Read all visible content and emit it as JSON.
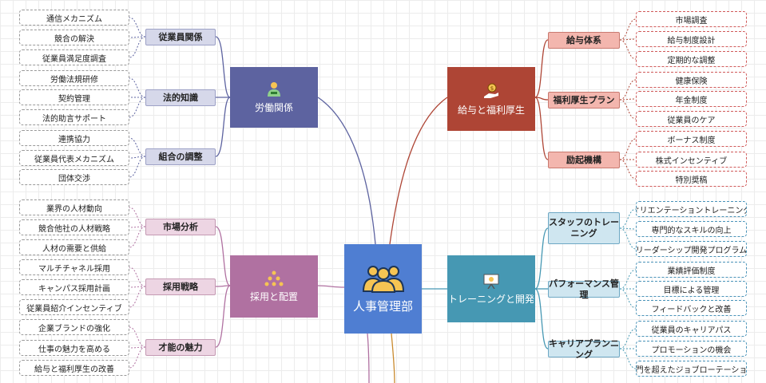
{
  "colors": {
    "central": "#4f7ed2",
    "labor": "#5d63a0",
    "compensation": "#ae4535",
    "recruit": "#b071a1",
    "training": "#4698b3"
  },
  "central": {
    "label": "人事管理部",
    "icon": "team-people-icon"
  },
  "labor": {
    "label": "労働関係",
    "icon": "handshake-people-icon",
    "groups": [
      {
        "label": "従業員関係",
        "items": [
          "通信メカニズム",
          "競合の解決",
          "従業員満足度調査"
        ]
      },
      {
        "label": "法的知識",
        "items": [
          "労働法規研修",
          "契約管理",
          "法的助言サポート"
        ]
      },
      {
        "label": "組合の調整",
        "items": [
          "連携協力",
          "従業員代表メカニズム",
          "団体交渉"
        ]
      }
    ]
  },
  "compensation": {
    "label": "給与と福利厚生",
    "icon": "money-hand-icon",
    "groups": [
      {
        "label": "給与体系",
        "items": [
          "市場調査",
          "給与制度設計",
          "定期的な調整"
        ]
      },
      {
        "label": "福利厚生プラン",
        "items": [
          "健康保険",
          "年金制度",
          "従業員のケア"
        ]
      },
      {
        "label": "励起機構",
        "items": [
          "ボーナス制度",
          "株式インセンティブ",
          "特別奨稿"
        ]
      }
    ]
  },
  "recruit": {
    "label": "採用と配置",
    "icon": "org-pyramid-icon",
    "groups": [
      {
        "label": "市場分析",
        "items": [
          "業界の人材動向",
          "競合他社の人材戦略",
          "人材の需要と供給"
        ]
      },
      {
        "label": "採用戦略",
        "items": [
          "マルチチャネル採用",
          "キャンパス採用計画",
          "従業員紹介インセンティブ"
        ]
      },
      {
        "label": "才能の魅力",
        "items": [
          "企業ブランドの強化",
          "仕事の魅力を高める",
          "給与と福利厚生の改善"
        ]
      }
    ]
  },
  "training": {
    "label": "トレーニングと開発",
    "icon": "presentation-board-icon",
    "groups": [
      {
        "label": "スタッフのトレーニング",
        "items": [
          "オリエンテーショントレーニング",
          "専門的なスキルの向上",
          "リーダーシップ開発プログラム"
        ]
      },
      {
        "label": "パフォーマンス管理",
        "items": [
          "業績評価制度",
          "目標による管理",
          "フィードバックと改善"
        ]
      },
      {
        "label": "キャリアプランニング",
        "items": [
          "従業員のキャリアパス",
          "プロモーションの機会",
          "部門を超えたジョブローテーション"
        ]
      }
    ]
  }
}
